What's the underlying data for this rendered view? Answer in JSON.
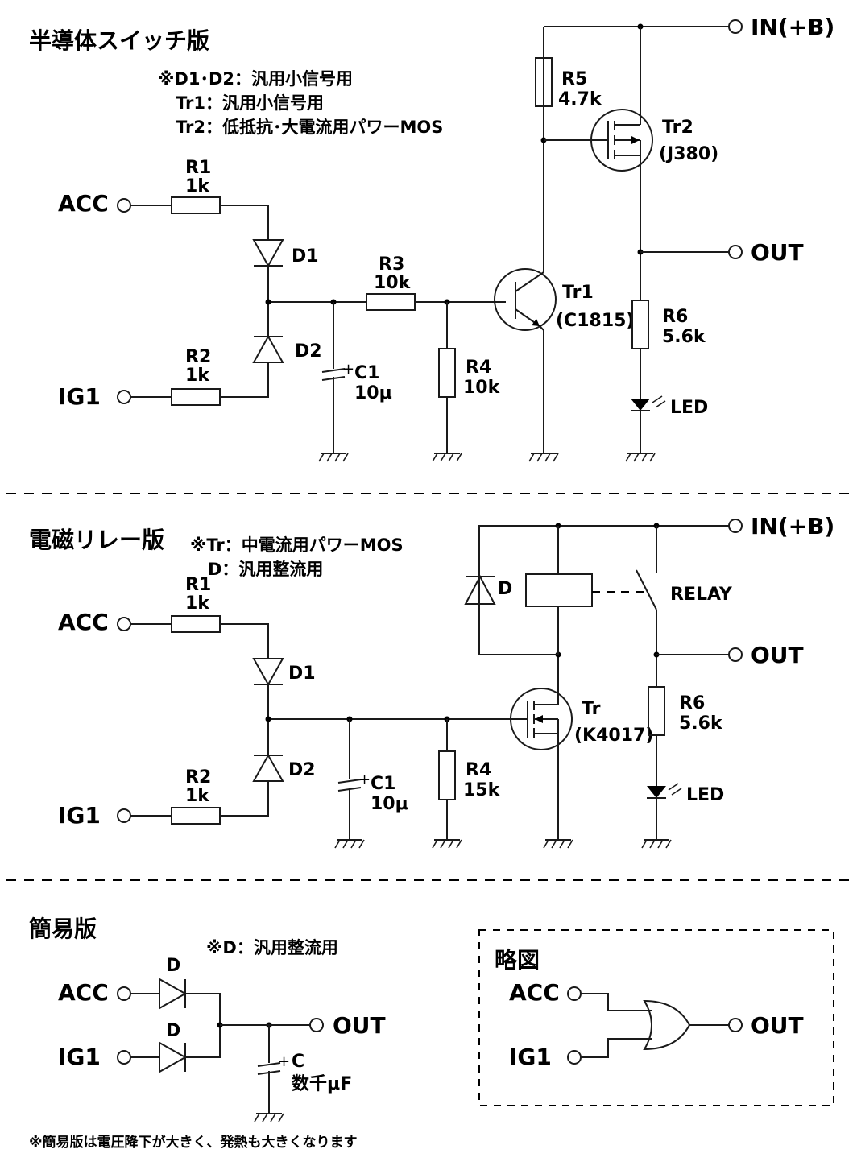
{
  "sections": {
    "semi": {
      "title": "半導体スイッチ版",
      "notes": [
        "※D1･D2：汎用小信号用",
        "Tr1：汎用小信号用",
        "Tr2：低抵抗･大電流用パワーMOS"
      ],
      "terminals": {
        "acc": "ACC",
        "ig1": "IG1",
        "in": "IN(+B)",
        "out": "OUT"
      },
      "r1": {
        "name": "R1",
        "value": "1k"
      },
      "r2": {
        "name": "R2",
        "value": "1k"
      },
      "r3": {
        "name": "R3",
        "value": "10k"
      },
      "r4": {
        "name": "R4",
        "value": "10k"
      },
      "r5": {
        "name": "R5",
        "value": "4.7k"
      },
      "r6": {
        "name": "R6",
        "value": "5.6k"
      },
      "d1": "D1",
      "d2": "D2",
      "c1": {
        "name": "C1",
        "value": "10μ"
      },
      "tr1": {
        "name": "Tr1",
        "part": "(C1815)"
      },
      "tr2": {
        "name": "Tr2",
        "part": "(J380)"
      },
      "led": "LED"
    },
    "relay": {
      "title": "電磁リレー版",
      "notes": [
        "※Tr：中電流用パワーMOS",
        "D：汎用整流用"
      ],
      "terminals": {
        "acc": "ACC",
        "ig1": "IG1",
        "in": "IN(+B)",
        "out": "OUT"
      },
      "r1": {
        "name": "R1",
        "value": "1k"
      },
      "r2": {
        "name": "R2",
        "value": "1k"
      },
      "r4": {
        "name": "R4",
        "value": "15k"
      },
      "r6": {
        "name": "R6",
        "value": "5.6k"
      },
      "d1": "D1",
      "d2": "D2",
      "d": "D",
      "c1": {
        "name": "C1",
        "value": "10μ"
      },
      "tr": {
        "name": "Tr",
        "part": "(K4017)"
      },
      "relay": "RELAY",
      "led": "LED"
    },
    "simple": {
      "title": "簡易版",
      "notes": [
        "※D：汎用整流用"
      ],
      "terminals": {
        "acc": "ACC",
        "ig1": "IG1",
        "out": "OUT"
      },
      "d": "D",
      "c": {
        "name": "C",
        "value": "数千μF"
      },
      "footnote": "※簡易版は電圧降下が大きく、発熱も大きくなります"
    },
    "schematic": {
      "title": "略図",
      "terminals": {
        "acc": "ACC",
        "ig1": "IG1",
        "out": "OUT"
      }
    }
  }
}
